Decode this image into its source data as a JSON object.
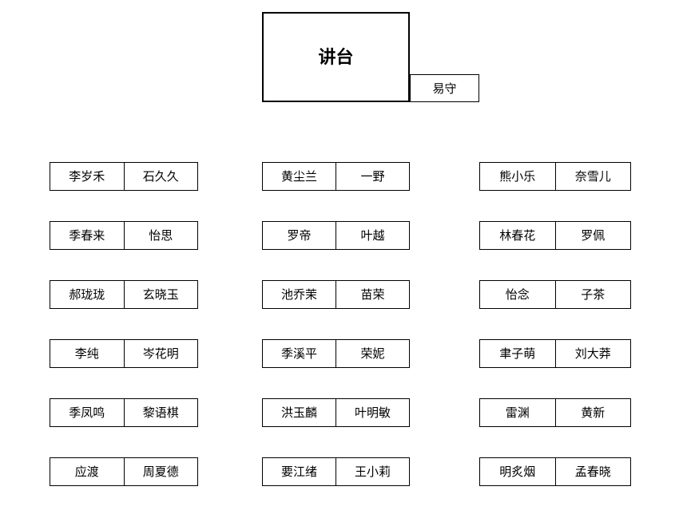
{
  "podium": {
    "label": "讲台"
  },
  "teacher_seat": {
    "label": "易守"
  },
  "seating": {
    "rows": [
      {
        "desks": [
          {
            "seats": [
              "李岁禾",
              "石久久"
            ]
          },
          {
            "seats": [
              "黄尘兰",
              "一野"
            ]
          },
          {
            "seats": [
              "熊小乐",
              "奈雪儿"
            ]
          }
        ]
      },
      {
        "desks": [
          {
            "seats": [
              "季春来",
              "怡思"
            ]
          },
          {
            "seats": [
              "罗帝",
              "叶越"
            ]
          },
          {
            "seats": [
              "林春花",
              "罗佩"
            ]
          }
        ]
      },
      {
        "desks": [
          {
            "seats": [
              "郝珑珑",
              "玄晓玉"
            ]
          },
          {
            "seats": [
              "池乔茉",
              "苗荣"
            ]
          },
          {
            "seats": [
              "怡念",
              "子茶"
            ]
          }
        ]
      },
      {
        "desks": [
          {
            "seats": [
              "李纯",
              "岑花明"
            ]
          },
          {
            "seats": [
              "季溪平",
              "荣妮"
            ]
          },
          {
            "seats": [
              "聿子萌",
              "刘大莽"
            ]
          }
        ]
      },
      {
        "desks": [
          {
            "seats": [
              "季凤鸣",
              "黎语棋"
            ]
          },
          {
            "seats": [
              "洪玉麟",
              "叶明敏"
            ]
          },
          {
            "seats": [
              "雷渊",
              "黄新"
            ]
          }
        ]
      },
      {
        "desks": [
          {
            "seats": [
              "应渡",
              "周夏德"
            ]
          },
          {
            "seats": [
              "要江绪",
              "王小莉"
            ]
          },
          {
            "seats": [
              "明炙烟",
              "孟春晓"
            ]
          }
        ]
      }
    ]
  },
  "colors": {
    "background": "#ffffff",
    "border": "#000000",
    "text": "#000000"
  }
}
